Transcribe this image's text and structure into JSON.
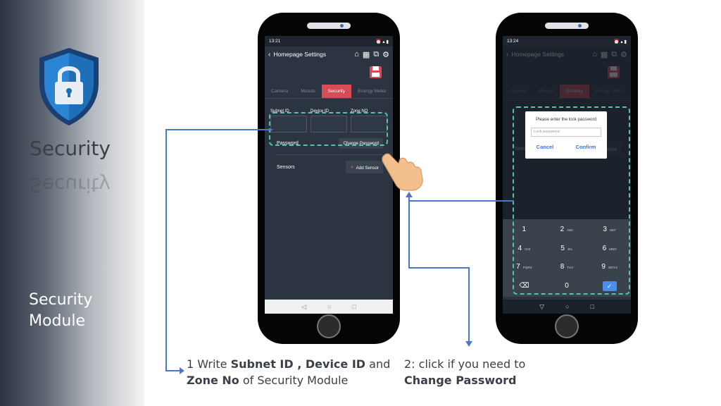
{
  "banner": {
    "title": "Security",
    "module_line1": "Security",
    "module_line2": "Module",
    "accent": "#1f6fb8"
  },
  "phone1": {
    "status_time": "13:21",
    "header_title": "Homepage Settings",
    "tabs": [
      "Camera",
      "Moods",
      "Security",
      "Energy Meter"
    ],
    "active_tab": "Security",
    "fields": [
      {
        "label": "Subnet ID",
        "value": ""
      },
      {
        "label": "Device ID",
        "value": ""
      },
      {
        "label": "Zone NO",
        "value": ""
      }
    ],
    "password_label": "Password",
    "change_password_button": "Change Password",
    "sensors_label": "Sensors",
    "add_sensor_button": "Add Sensor",
    "accent": "#d94b55"
  },
  "phone2": {
    "status_time": "13:24",
    "header_title": "Homepage Settings",
    "dialog_title": "Please enter the lock password",
    "dialog_placeholder": "Lock password",
    "dialog_cancel": "Cancel",
    "dialog_confirm": "Confirm",
    "keys": [
      {
        "digit": "1",
        "letters": ""
      },
      {
        "digit": "2",
        "letters": "ABC"
      },
      {
        "digit": "3",
        "letters": "DEF"
      },
      {
        "digit": "4",
        "letters": "GHI"
      },
      {
        "digit": "5",
        "letters": "JKL"
      },
      {
        "digit": "6",
        "letters": "MNO"
      },
      {
        "digit": "7",
        "letters": "PQRS"
      },
      {
        "digit": "8",
        "letters": "TUV"
      },
      {
        "digit": "9",
        "letters": "WXYZ"
      },
      {
        "digit": "⌫",
        "letters": ""
      },
      {
        "digit": "0",
        "letters": ""
      },
      {
        "digit": "✓",
        "letters": ""
      }
    ]
  },
  "captions": {
    "step1_prefix": "1 Write ",
    "step1_subnet": "Subnet ID",
    "step1_comma": " , ",
    "step1_device": "Device ID",
    "step1_and": " and",
    "step1_zone": "Zone No",
    "step1_suffix": " of Security Module",
    "step2_text": "2: click if you need to",
    "step2_bold": "Change Password"
  },
  "colors": {
    "dashed": "#57c2a8",
    "connector": "#4a78c8",
    "dialog_button": "#3b7bd6"
  }
}
